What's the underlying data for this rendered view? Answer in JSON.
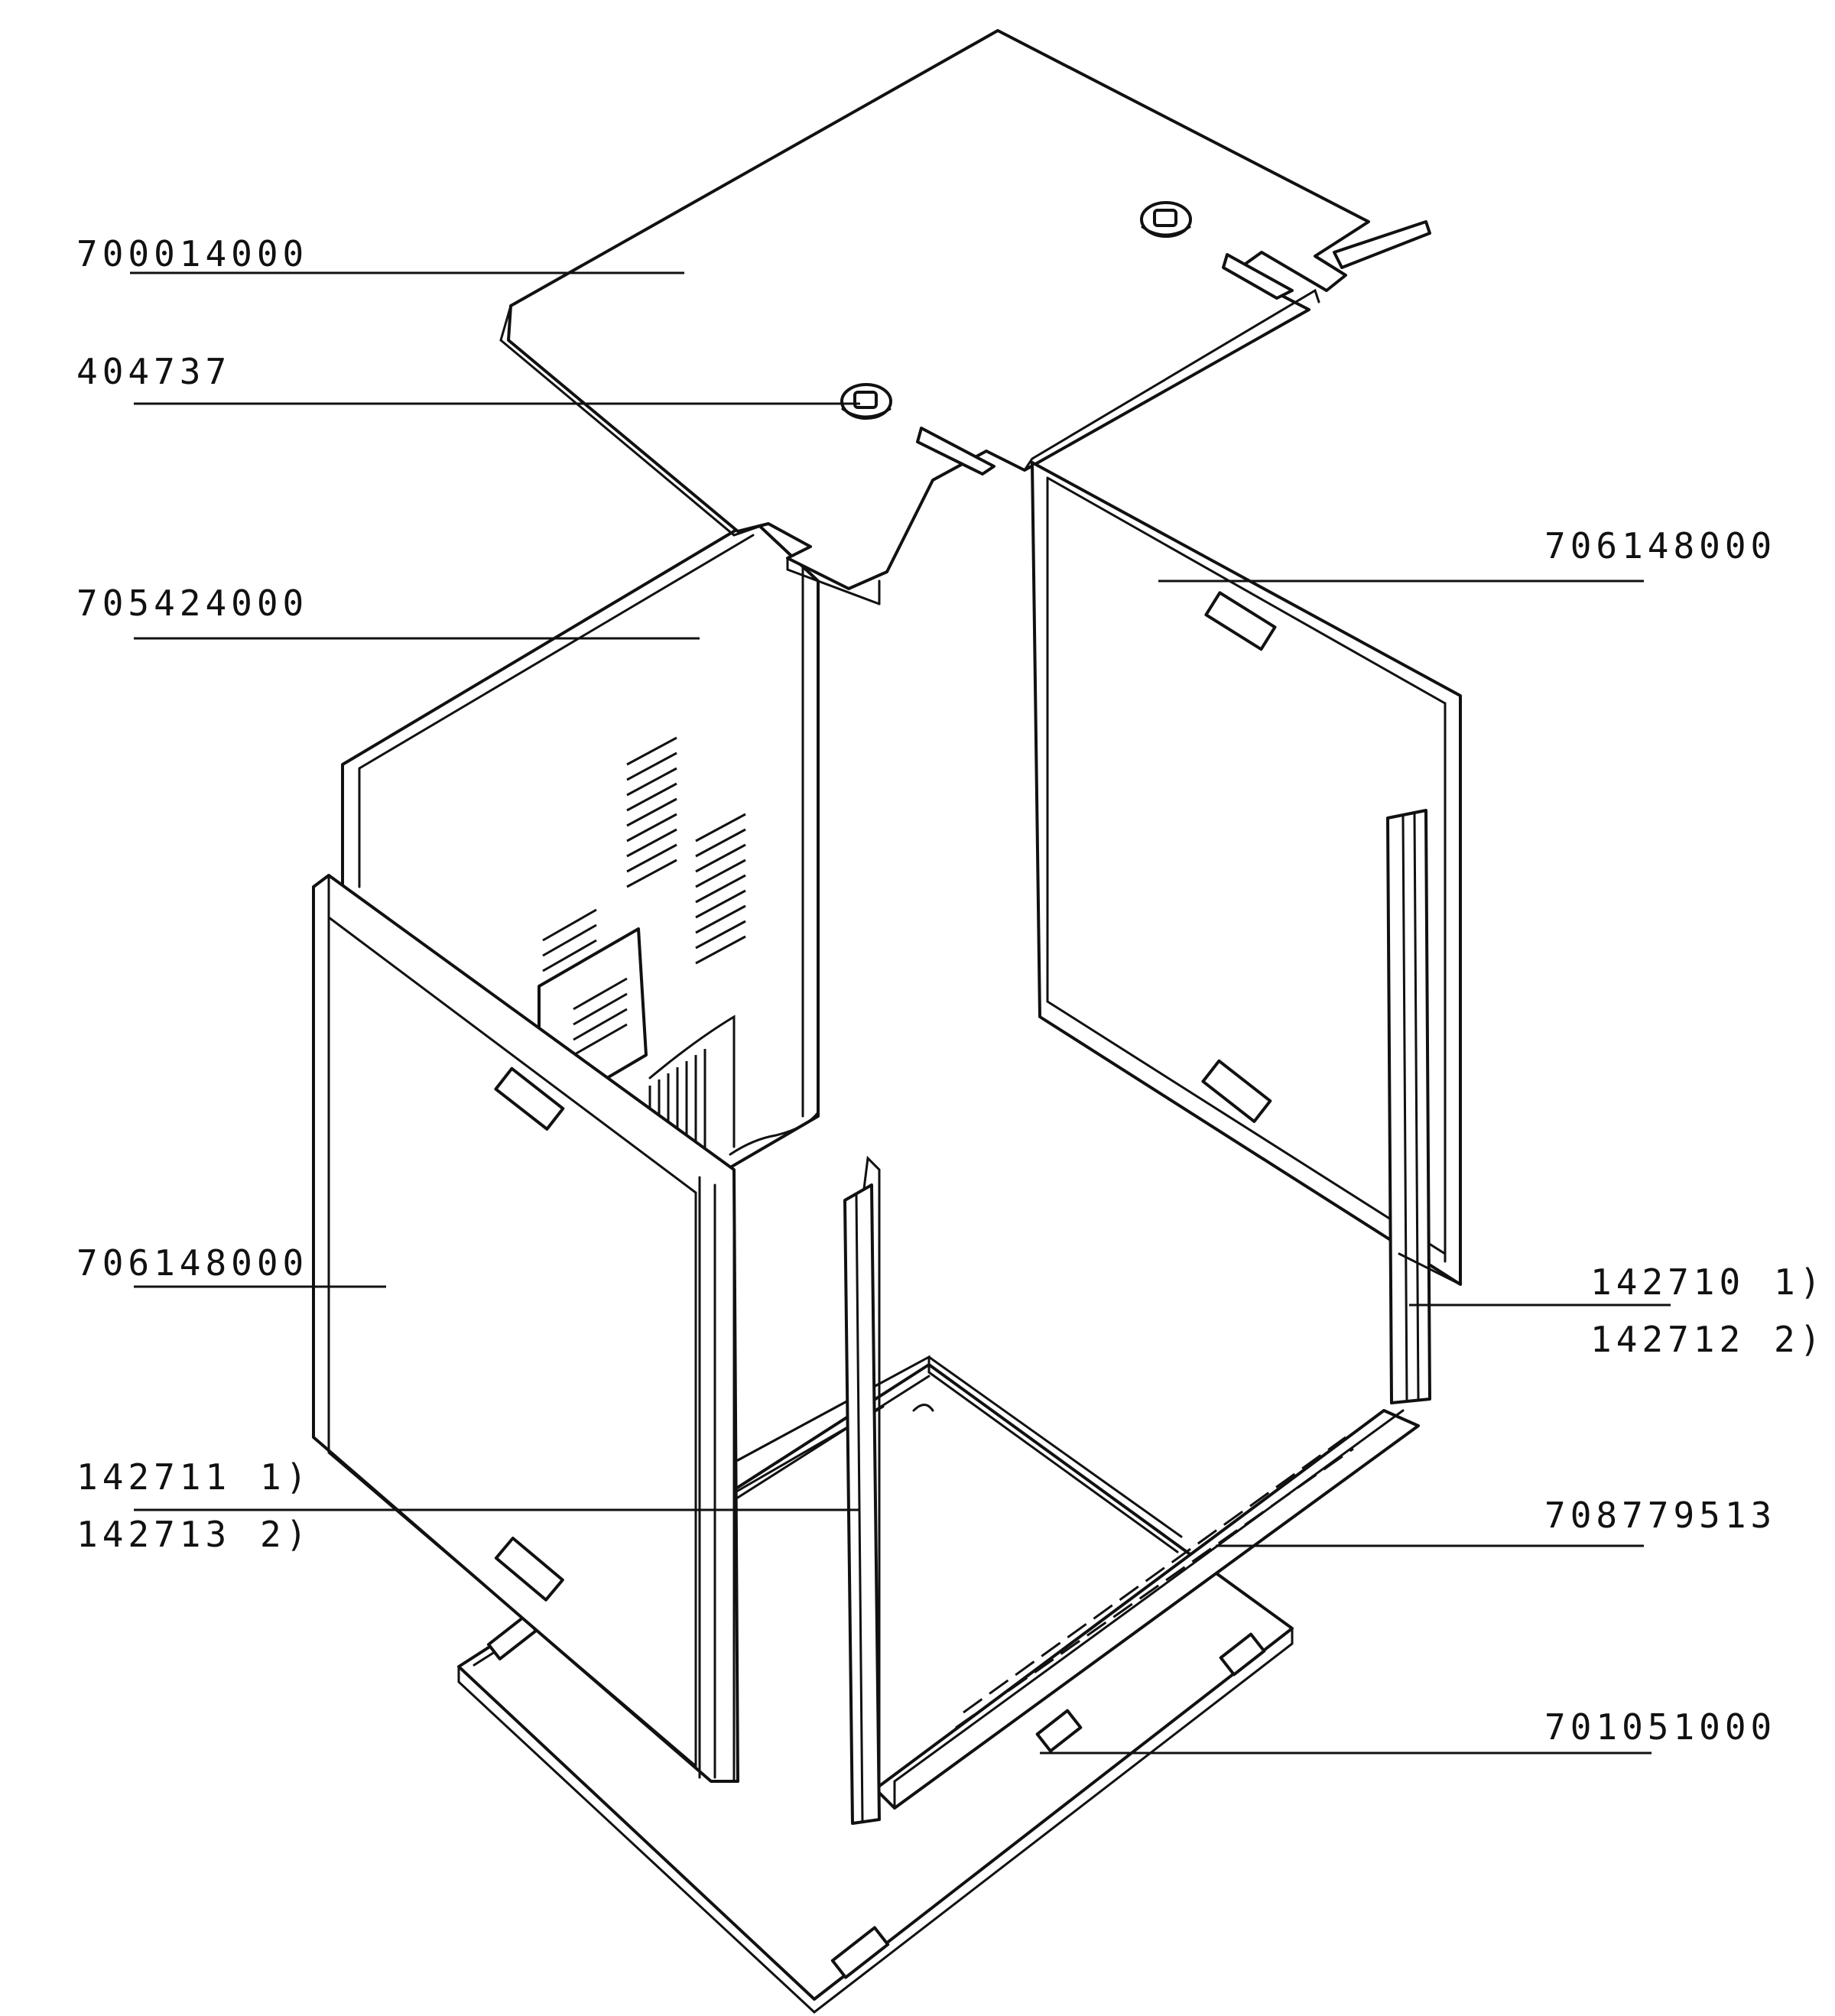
{
  "callouts": {
    "top_cover": "700014000",
    "grommet": "404737",
    "rear_panel": "705424000",
    "right_side_panel": "706148000",
    "left_side_panel": "706148000",
    "right_strip_a": "142710",
    "right_strip_a_note": "1)",
    "right_strip_b": "142712",
    "right_strip_b_note": "2)",
    "left_strip_a": "142711",
    "left_strip_a_note": "1)",
    "left_strip_b": "142713",
    "left_strip_b_note": "2)",
    "rail": "708779513",
    "base_plate": "701051000"
  }
}
